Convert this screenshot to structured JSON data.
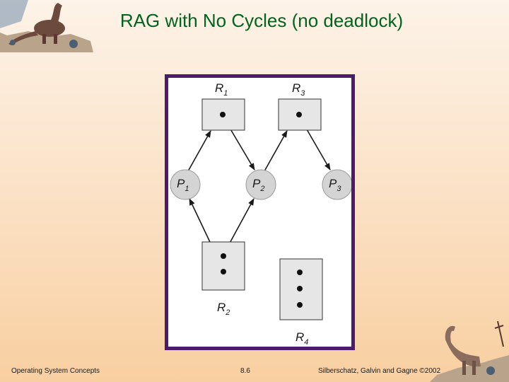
{
  "slide": {
    "title": "RAG with No Cycles (no deadlock)"
  },
  "footer": {
    "left": "Operating System Concepts",
    "center": "8.6",
    "right": "Silberschatz, Galvin and Gagne ©2002"
  },
  "diagram": {
    "resources": [
      {
        "id": "R1",
        "letter": "R",
        "sub": "1",
        "instances": 1
      },
      {
        "id": "R3",
        "letter": "R",
        "sub": "3",
        "instances": 1
      },
      {
        "id": "R2",
        "letter": "R",
        "sub": "2",
        "instances": 2
      },
      {
        "id": "R4",
        "letter": "R",
        "sub": "4",
        "instances": 3
      }
    ],
    "processes": [
      {
        "id": "P1",
        "letter": "P",
        "sub": "1"
      },
      {
        "id": "P2",
        "letter": "P",
        "sub": "2"
      },
      {
        "id": "P3",
        "letter": "P",
        "sub": "3"
      }
    ],
    "edges": [
      {
        "from": "P1",
        "to": "R1",
        "kind": "request"
      },
      {
        "from": "R1",
        "to": "P2",
        "kind": "assignment"
      },
      {
        "from": "P2",
        "to": "R3",
        "kind": "request"
      },
      {
        "from": "R3",
        "to": "P3",
        "kind": "assignment"
      },
      {
        "from": "R2",
        "to": "P1",
        "kind": "assignment"
      },
      {
        "from": "R2",
        "to": "P2",
        "kind": "assignment"
      }
    ],
    "colors": {
      "frame": "#4b1c6e",
      "resource_fill": "#e6e6e6",
      "process_fill": "#d4d4d4",
      "title": "#00641e"
    }
  }
}
